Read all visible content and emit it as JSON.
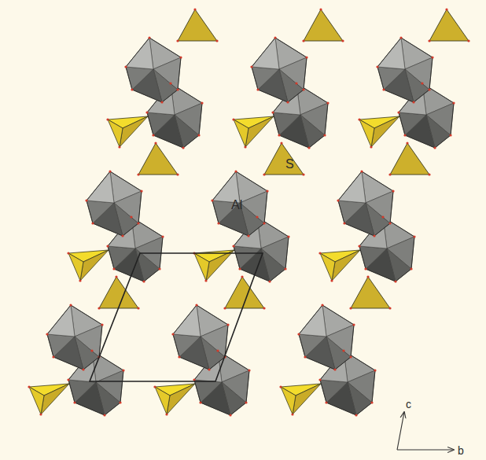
{
  "diagram": {
    "labels": [
      "Al",
      "S",
      "c",
      "b"
    ]
  }
}
